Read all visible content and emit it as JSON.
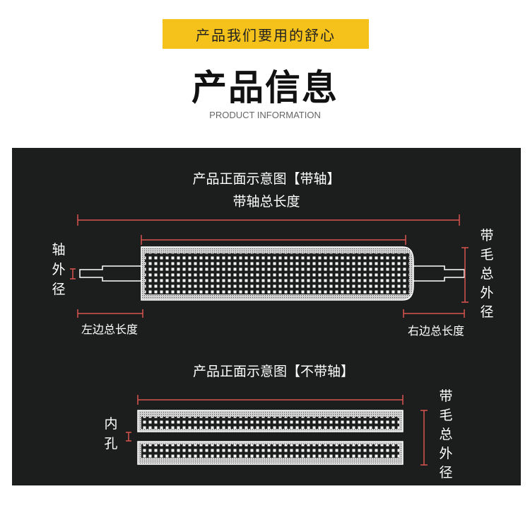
{
  "header": {
    "tagline": "产品我们要用的舒心",
    "title": "产品信息",
    "subtitle": "PRODUCT INFORMATION"
  },
  "diagram_with_shaft": {
    "caption": "产品正面示意图【带轴】",
    "total_length_label": "带轴总长度",
    "shaft_diameter_label": [
      "轴",
      "外",
      "径"
    ],
    "brush_diameter_label": [
      "带",
      "毛",
      "总",
      "外",
      "径"
    ],
    "left_length_label": "左边总长度",
    "right_length_label": "右边总长度"
  },
  "diagram_without_shaft": {
    "caption": "产品正面示意图【不带轴】",
    "inner_hole_label": [
      "内",
      "孔"
    ],
    "brush_diameter_label": [
      "带",
      "毛",
      "总",
      "外",
      "径"
    ]
  },
  "colors": {
    "accent": "#f5c21b",
    "panel": "#1c1e1e",
    "dimension_line": "#d9534f"
  }
}
